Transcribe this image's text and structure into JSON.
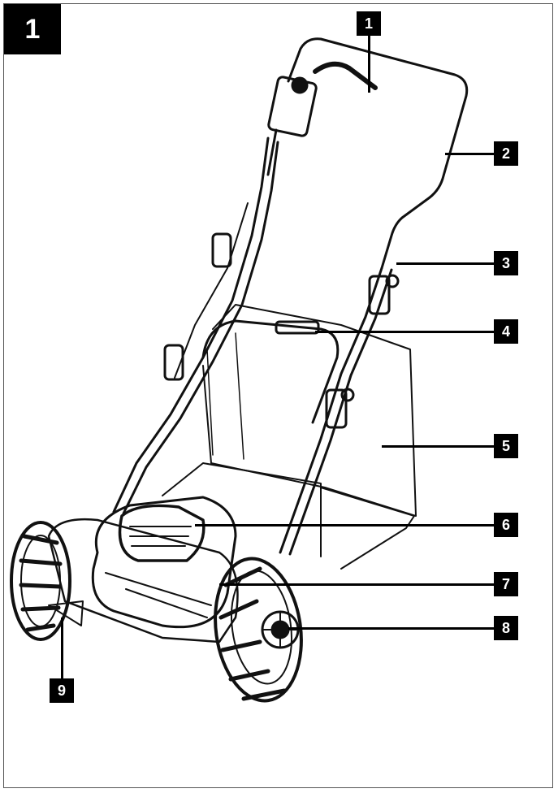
{
  "figure_number": "1",
  "callouts": [
    {
      "id": "1",
      "label": "1"
    },
    {
      "id": "2",
      "label": "2"
    },
    {
      "id": "3",
      "label": "3"
    },
    {
      "id": "4",
      "label": "4"
    },
    {
      "id": "5",
      "label": "5"
    },
    {
      "id": "6",
      "label": "6"
    },
    {
      "id": "7",
      "label": "7"
    },
    {
      "id": "8",
      "label": "8"
    },
    {
      "id": "9",
      "label": "9"
    }
  ]
}
